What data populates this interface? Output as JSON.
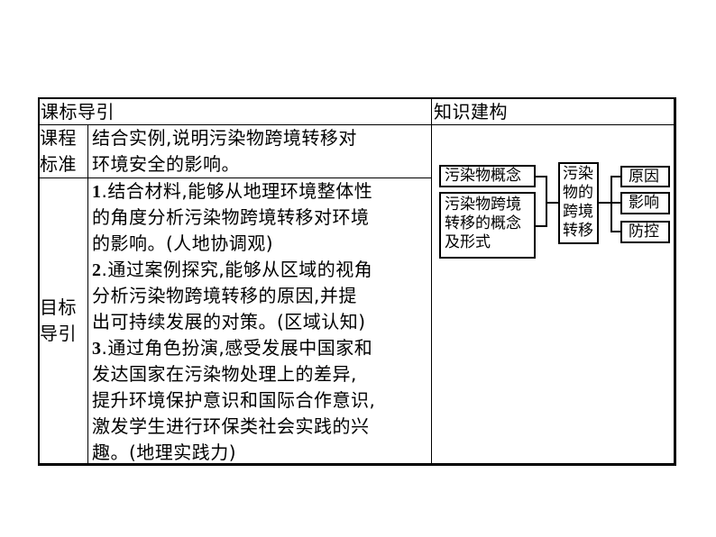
{
  "table": {
    "header_left": "课标导引",
    "header_right": "知识建构",
    "standard": {
      "label_lines": [
        "课程",
        "标准"
      ],
      "text_lines": [
        "结合实例,说明污染物跨境转移对",
        "环境安全的影响。"
      ]
    },
    "goals": {
      "label_lines": [
        "目标",
        "导引"
      ],
      "items": [
        {
          "num": "1",
          "lines": [
            "结合材料,能够从地理环境整体性",
            "的角度分析污染物跨境转移对环境",
            "的影响。(人地协调观)"
          ]
        },
        {
          "num": "2",
          "lines": [
            "通过案例探究,能够从区域的视角",
            "分析污染物跨境转移的原因,并提",
            "出可持续发展的对策。(区域认知)"
          ]
        },
        {
          "num": "3",
          "lines": [
            "通过角色扮演,感受发展中国家和",
            "发达国家在污染物处理上的差异,",
            "提升环境保护意识和国际合作意识,",
            "激发学生进行环保类社会实践的兴",
            "趣。(地理实践力)"
          ]
        }
      ]
    }
  },
  "diagram": {
    "left_nodes": [
      {
        "lines": [
          "污染物概念"
        ]
      },
      {
        "lines": [
          "污染物跨境",
          "转移的概念",
          "及形式"
        ]
      }
    ],
    "center_node": {
      "lines": [
        "污染",
        "物的",
        "跨境",
        "转移"
      ]
    },
    "right_nodes": [
      {
        "lines": [
          "原因"
        ]
      },
      {
        "lines": [
          "影响"
        ]
      },
      {
        "lines": [
          "防控"
        ]
      }
    ]
  }
}
